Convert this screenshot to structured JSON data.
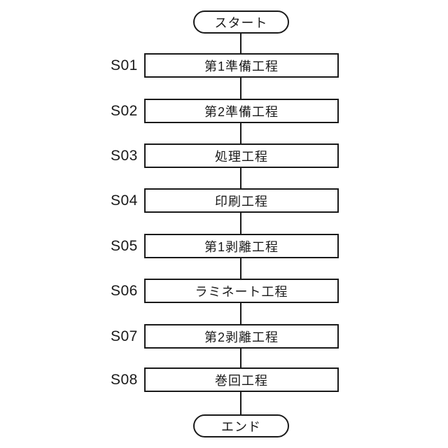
{
  "diagram": {
    "type": "flowchart",
    "start_label": "スタート",
    "end_label": "エンド",
    "steps": [
      {
        "id": "S01",
        "label": "第1準備工程"
      },
      {
        "id": "S02",
        "label": "第2準備工程"
      },
      {
        "id": "S03",
        "label": "処理工程"
      },
      {
        "id": "S04",
        "label": "印刷工程"
      },
      {
        "id": "S05",
        "label": "第1剥離工程"
      },
      {
        "id": "S06",
        "label": "ラミネート工程"
      },
      {
        "id": "S07",
        "label": "第2剥離工程"
      },
      {
        "id": "S08",
        "label": "巻回工程"
      }
    ],
    "colors": {
      "stroke": "#1a1a1a",
      "fill": "#ffffff",
      "background": "#ffffff"
    }
  }
}
